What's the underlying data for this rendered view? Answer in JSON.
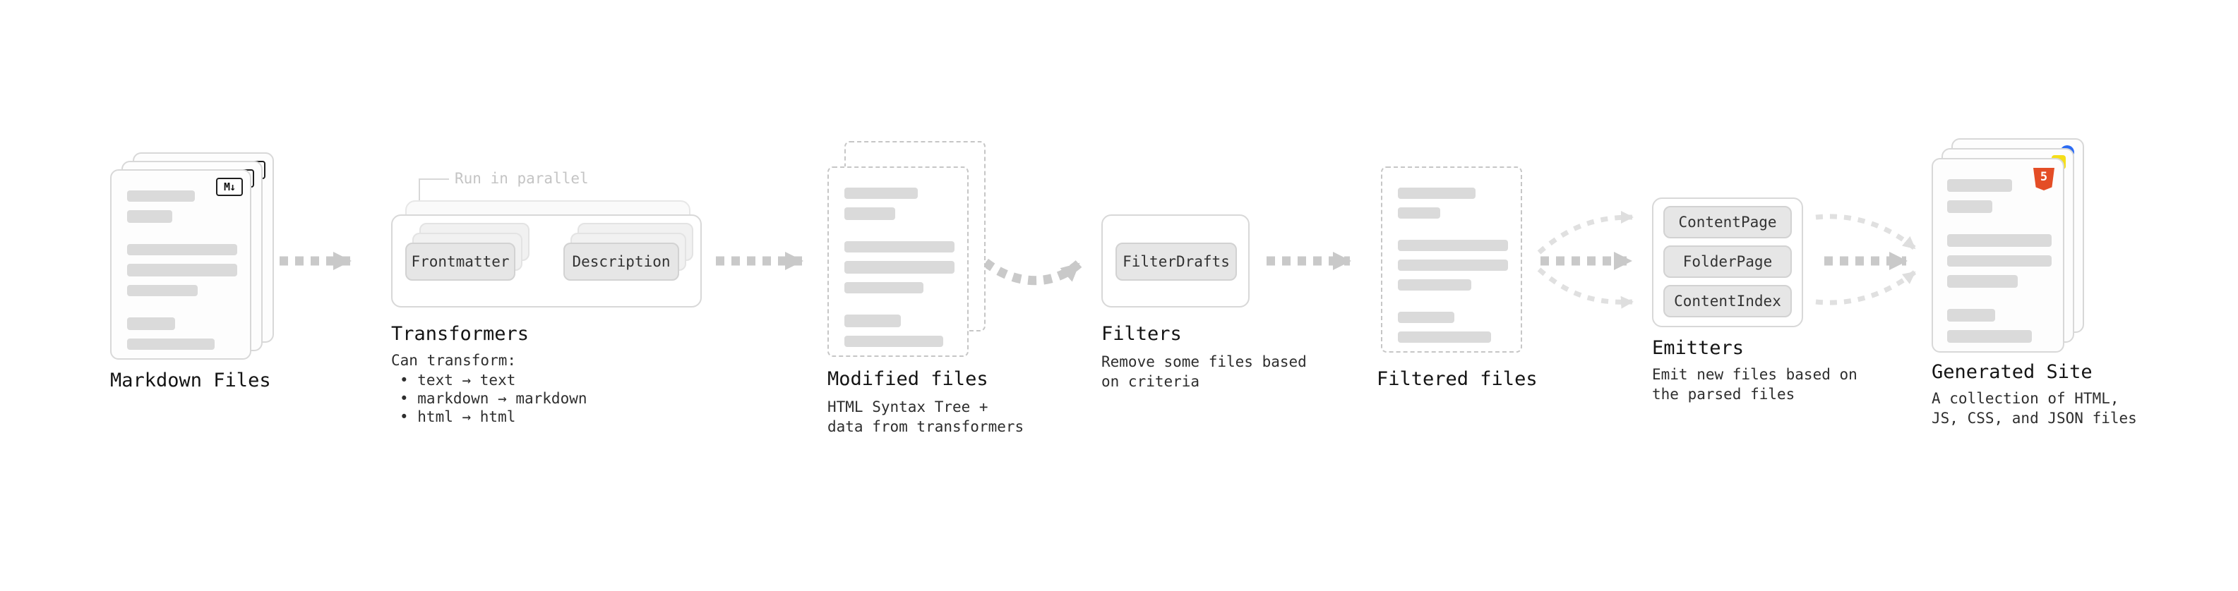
{
  "stages": {
    "markdown_files": {
      "label": "Markdown Files"
    },
    "transformers": {
      "label": "Transformers",
      "annotation": "Run in parallel",
      "nodes": [
        "Frontmatter",
        "Description"
      ],
      "caption_title": "Can transform:",
      "bullets": [
        "• text → text",
        "• markdown → markdown",
        "• html → html"
      ]
    },
    "modified_files": {
      "label": "Modified files",
      "caption": "HTML Syntax Tree +\ndata from transformers"
    },
    "filters": {
      "label": "Filters",
      "nodes": [
        "FilterDrafts"
      ],
      "caption": "Remove some files based\non criteria"
    },
    "filtered_files": {
      "label": "Filtered files"
    },
    "emitters": {
      "label": "Emitters",
      "nodes": [
        "ContentPage",
        "FolderPage",
        "ContentIndex"
      ],
      "caption": "Emit new files based on\nthe parsed files"
    },
    "generated_site": {
      "label": "Generated Site",
      "caption": "A collection of HTML,\nJS, CSS, and JSON files"
    }
  },
  "icons": {
    "markdown_icon_text": "M↓",
    "html5_icon_text": "5"
  },
  "colors": {
    "arrow": "#c9c9c9",
    "arrow_light": "#e0e0e0",
    "bar": "#dadada",
    "node_bg": "#e6e6e6",
    "card_border": "#d8d8d8",
    "dashed_border": "#c6c6c6",
    "heading": "#141414",
    "caption": "#2e2e2e",
    "annotation": "#c4c4c4",
    "html5_orange": "#e44d26",
    "js_yellow": "#f5de19",
    "css_blue": "#2b6bf3"
  }
}
